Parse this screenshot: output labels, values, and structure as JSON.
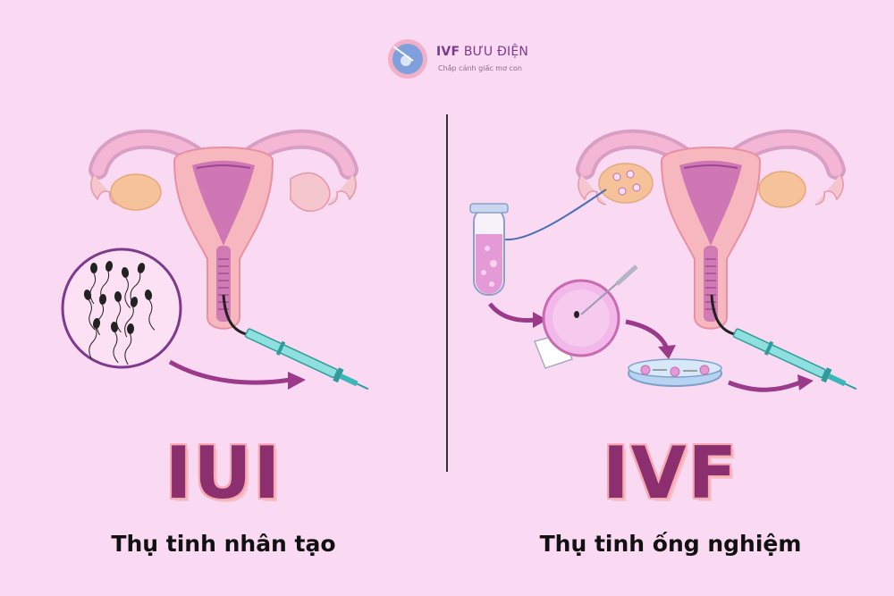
{
  "logo": {
    "brand_bold": "IVF",
    "brand_rest": " BƯU ĐIỆN",
    "tagline": "Chắp cánh giấc mơ con"
  },
  "left": {
    "title": "IUI",
    "subtitle": "Thụ tinh nhân tạo"
  },
  "right": {
    "title": "IVF",
    "subtitle": "Thụ tinh ống nghiệm"
  },
  "colors": {
    "background": "#fad9f2",
    "title_fill": "#8c2f6e",
    "title_outline": "#f7a9b4",
    "uterus_outer": "#f6b7bf",
    "uterus_inner": "#c86bb1",
    "ovary": "#f6c29a",
    "arrow": "#9b3a8a",
    "syringe": "#3ab8b8"
  }
}
